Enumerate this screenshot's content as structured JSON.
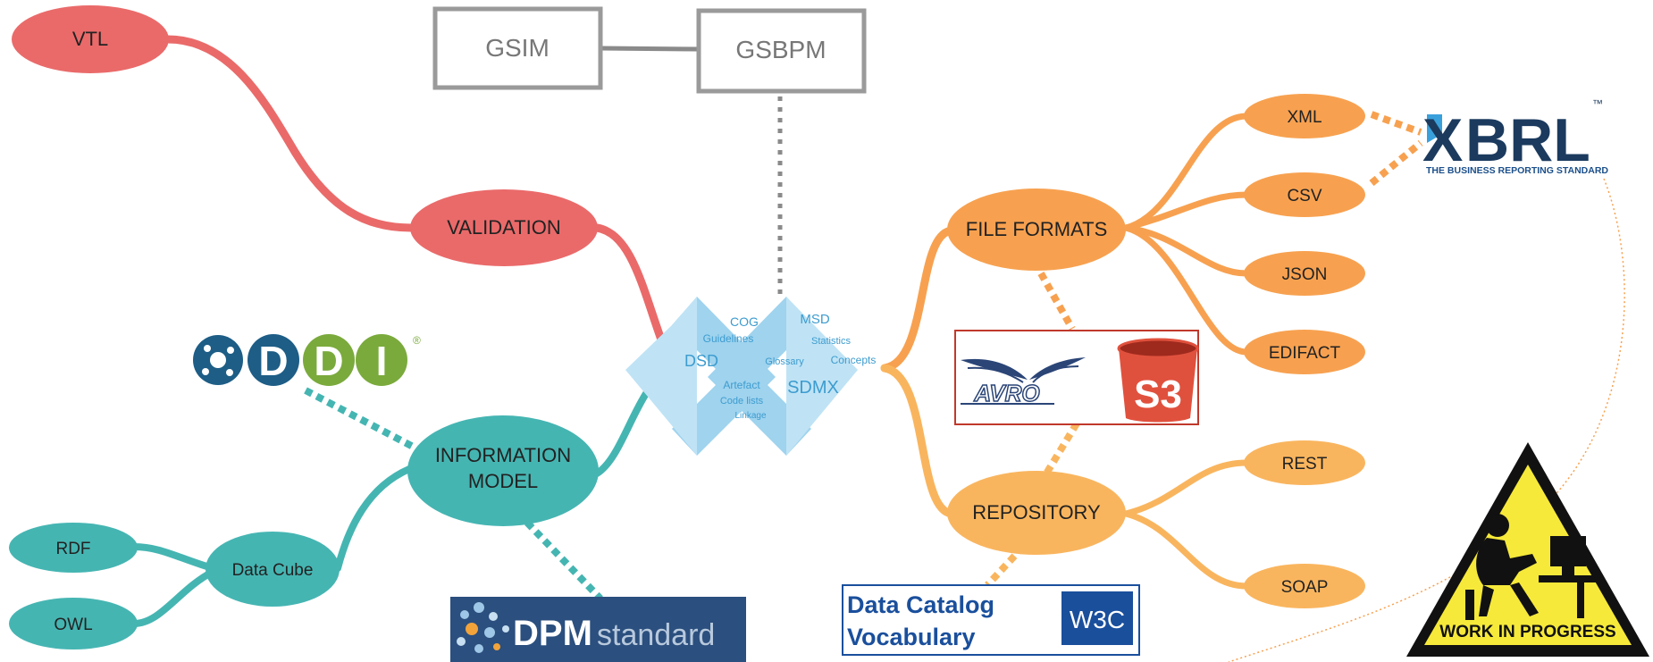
{
  "framework": {
    "gsim": "GSIM",
    "gsbpm": "GSBPM"
  },
  "center": {
    "words": [
      "COG",
      "Guidelines",
      "MSD",
      "Statistics",
      "DSD",
      "Glossary",
      "Concepts",
      "Artefact",
      "Code lists",
      "SDMX",
      "Linkage"
    ]
  },
  "left": {
    "vtl": "VTL",
    "validation": "VALIDATION",
    "information_model": [
      "INFORMATION",
      "MODEL"
    ],
    "data_cube": "Data Cube",
    "rdf": "RDF",
    "owl": "OWL"
  },
  "right": {
    "file_formats": "FILE FORMATS",
    "repository": "REPOSITORY",
    "formats": [
      "XML",
      "CSV",
      "JSON",
      "EDIFACT"
    ],
    "protocols": [
      "REST",
      "SOAP"
    ]
  },
  "logos": {
    "ddi": [
      "D",
      "D",
      "I"
    ],
    "ddi_reg": "®",
    "dpm_bold": "DPM",
    "dpm_light": "standard",
    "avro": "AVRO",
    "s3": "S3",
    "xbrl_x": "X",
    "xbrl_rest": "BRL",
    "xbrl_tm": "™",
    "xbrl_tagline": "THE BUSINESS REPORTING STANDARD",
    "dcat": [
      "Data Catalog",
      "Vocabulary"
    ],
    "w3c": "W3C",
    "wip": "WORK IN PROGRESS"
  },
  "colors": {
    "red": "#ea6a6a",
    "teal": "#45b5b2",
    "orange": "#f7a150",
    "orange_light": "#f9b55e",
    "sdmx_blue": "#8ccbea",
    "grey": "#8a8a8a",
    "dpm_bg": "#2b4f7e",
    "dcat_blue": "#1a4f9c",
    "xbrl_blue": "#1b4f8a",
    "avro_blue": "#2b4577",
    "s3_red": "#e0513d",
    "ddi_blue": "#1d5d86",
    "ddi_green": "#7aaa3c",
    "wip_yellow": "#f6e93a"
  }
}
